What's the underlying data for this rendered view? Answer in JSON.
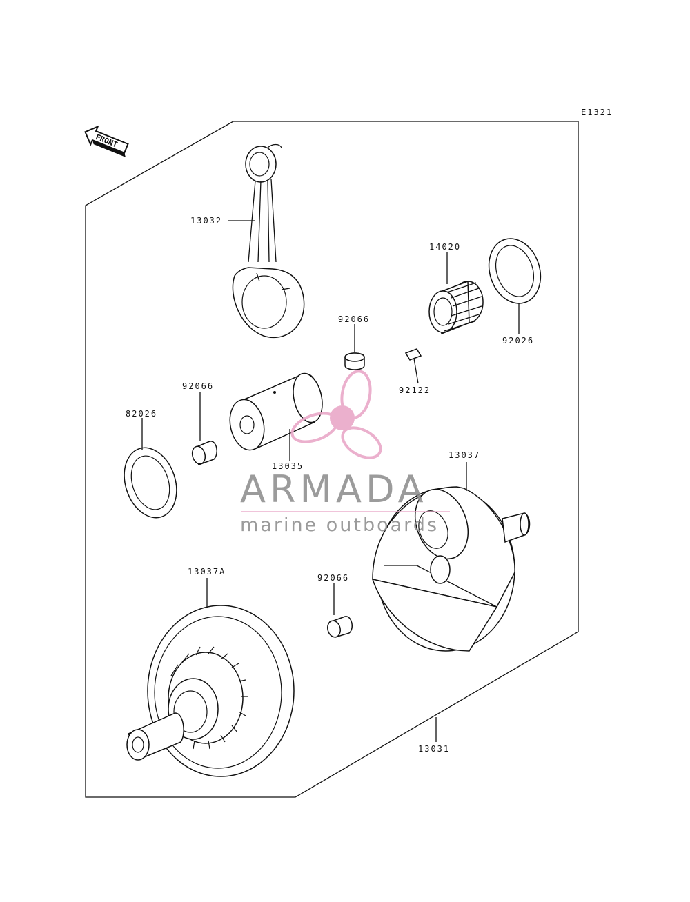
{
  "diagram": {
    "code": "E1321",
    "front_label": "FRONT",
    "parts": {
      "p13032": "13032",
      "p14020": "14020",
      "p92026_right": "92026",
      "p92066_top": "92066",
      "p92122": "92122",
      "p92066_left": "92066",
      "p82026": "82026",
      "p13035": "13035",
      "p13037": "13037",
      "p13037A": "13037A",
      "p92066_bottom": "92066",
      "p13031": "13031"
    }
  },
  "watermark": {
    "brand": "ARMADA",
    "tagline": "marine outboards",
    "logo": "propeller-logo",
    "color_logo": "#e9a8c8",
    "color_text": "#8a8a8a"
  }
}
